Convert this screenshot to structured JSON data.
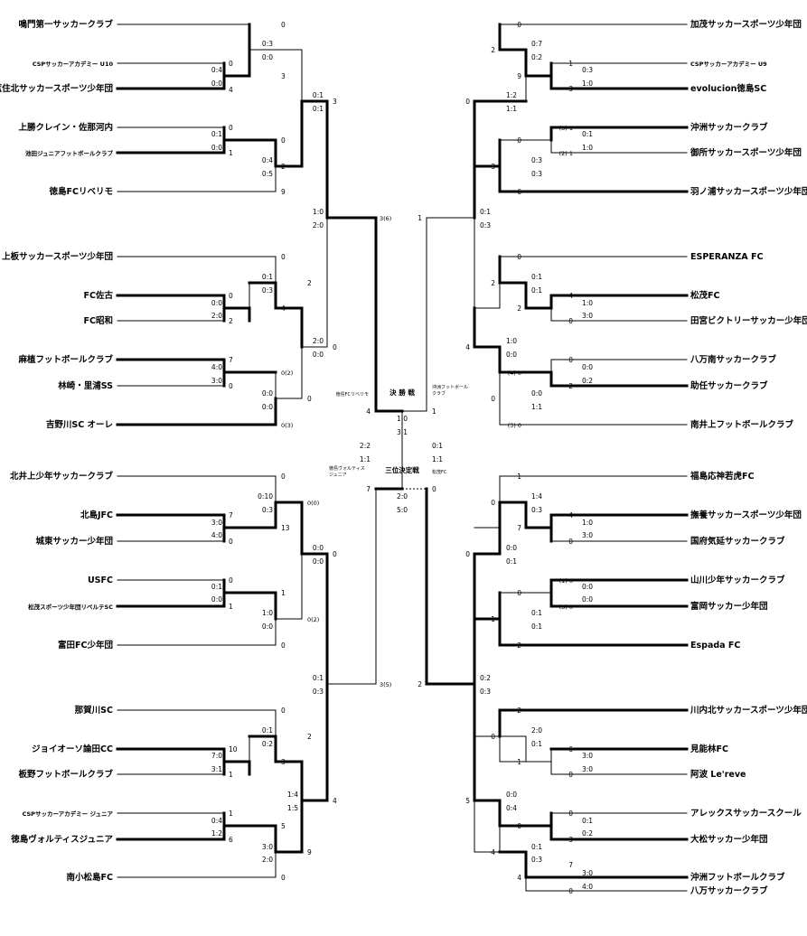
{
  "left_teams": [
    "鳴門第一サッカークラブ",
    "CSPサッカーアカデミー U10",
    "藍住北サッカースポーツ少年団",
    "上勝クレイン・佐那河内",
    "池田ジュニアフットボールクラブ",
    "徳島FCリベリモ",
    "上板サッカースポーツ少年団",
    "FC佐古",
    "FC昭和",
    "麻植フットボールクラブ",
    "林崎・里浦SS",
    "吉野川SC オーレ",
    "北井上少年サッカークラブ",
    "北島JFC",
    "城東サッカー少年団",
    "USFC",
    "松茂スポーツ少年団リベルテSC",
    "富田FC少年団",
    "那賀川SC",
    "ジョイオーソ論田CC",
    "板野フットボールクラブ",
    "CSPサッカーアカデミー ジュニア",
    "徳島ヴォルティスジュニア",
    "南小松島FC"
  ],
  "right_teams": [
    "加茂サッカースポーツ少年団",
    "CSPサッカーアカデミー U9",
    "evolucion徳島SC",
    "沖洲サッカークラブ",
    "御所サッカースポーツ少年団",
    "羽ノ浦サッカースポーツ少年団",
    "ESPERANZA FC",
    "松茂FC",
    "田宮ビクトリーサッカー少年団",
    "八万南サッカークラブ",
    "助任サッカークラブ",
    "南井上フットボールクラブ",
    "福島応神若虎FC",
    "撫養サッカースポーツ少年団",
    "国府気延サッカークラブ",
    "山川少年サッカークラブ",
    "富岡サッカー少年団",
    "Espada FC",
    "川内北サッカースポーツ少年団",
    "見能林FC",
    "阿波 Le'reve",
    "アレックスサッカースクール",
    "大松サッカー少年団",
    "沖洲フットボールクラブ",
    "八万サッカークラブ"
  ],
  "scores": {
    "L1": [
      "0",
      "3",
      "0:3",
      "0:0",
      "0",
      "4",
      "0:4",
      "0:0",
      "0",
      "1",
      "0:1",
      "0:0",
      "0",
      "2",
      "0:4",
      "0:5",
      "9",
      "3",
      "0:1",
      "0:1",
      "3(6)",
      "1:0",
      "2:0"
    ],
    "L2": [
      "0",
      "2",
      "0:1",
      "0:3",
      "0",
      "2",
      "0:0",
      "2:0",
      "4",
      "0",
      "2:0",
      "0:0",
      "7",
      "0(2)",
      "4:0",
      "3:0",
      "0",
      "0",
      "0:0",
      "0:0",
      "0(3)"
    ],
    "L3": [
      "0",
      "0(0)",
      "0:10",
      "0:3",
      "7",
      "13",
      "3:0",
      "4:0",
      "0",
      "0",
      "0:0",
      "0:0",
      "0",
      "1",
      "0:1",
      "0:0",
      "1",
      "0(2)",
      "1:0",
      "0:0",
      "0",
      "3(5)",
      "0:1",
      "0:3"
    ],
    "L4": [
      "0",
      "2",
      "0:1",
      "0:2",
      "10",
      "3",
      "7:0",
      "3:1",
      "1",
      "1",
      "5",
      "0:4",
      "1:2",
      "6",
      "9",
      "1:4",
      "1:5",
      "3:0",
      "2:0",
      "4",
      "0"
    ],
    "R1": [
      "0",
      "2",
      "0:7",
      "0:2",
      "1",
      "9",
      "0:3",
      "1:0",
      "3",
      "0",
      "1:2",
      "1:1",
      "(3) 1",
      "0",
      "0:1",
      "1:0",
      "(2) 1",
      "3",
      "0:3",
      "0:3",
      "6",
      "1",
      "0:1",
      "0:3"
    ],
    "R2": [
      "0",
      "2",
      "0:1",
      "0:1",
      "4",
      "2",
      "1:0",
      "3:0",
      "0",
      "4",
      "1:0",
      "0:0",
      "0",
      "(4) 0",
      "0:0",
      "2",
      "0:2",
      "0",
      "0:0",
      "1:1",
      "(3) 0"
    ],
    "R3": [
      "1",
      "0",
      "1:4",
      "0:3",
      "4",
      "7",
      "1:0",
      "3:0",
      "0",
      "0",
      "0:0",
      "0:1",
      "(1) 0",
      "0",
      "0:0",
      "(3) 0",
      "0:0",
      "1",
      "0:1",
      "0:1",
      "2",
      "2",
      "0:2",
      "0:3"
    ],
    "R4": [
      "2",
      "0",
      "2:0",
      "0:1",
      "6",
      "1",
      "3:0",
      "3:0",
      "0",
      "5",
      "0:0",
      "0:4",
      "0",
      "0",
      "0:1",
      "3",
      "0:2",
      "4",
      "0:1",
      "0:3",
      "7",
      "4",
      "3:0",
      "4:0",
      "0"
    ],
    "F": [
      "4",
      "1",
      "1:0",
      "3:1",
      "2:2",
      "1:1",
      "0:1",
      "1:1",
      "7",
      "0",
      "2:0",
      "5:0"
    ]
  },
  "finals": {
    "final_label": "決 勝 戦",
    "third_label": "三位決定戦",
    "final_left_team": "徳島FCリベリモ",
    "final_right_team_line1": "沖洲フットボール",
    "final_right_team_line2": "クラブ",
    "third_left_team_line1": "徳島ヴォルティス",
    "third_left_team_line2": "ジュニア",
    "third_right_team": "松茂FC"
  }
}
